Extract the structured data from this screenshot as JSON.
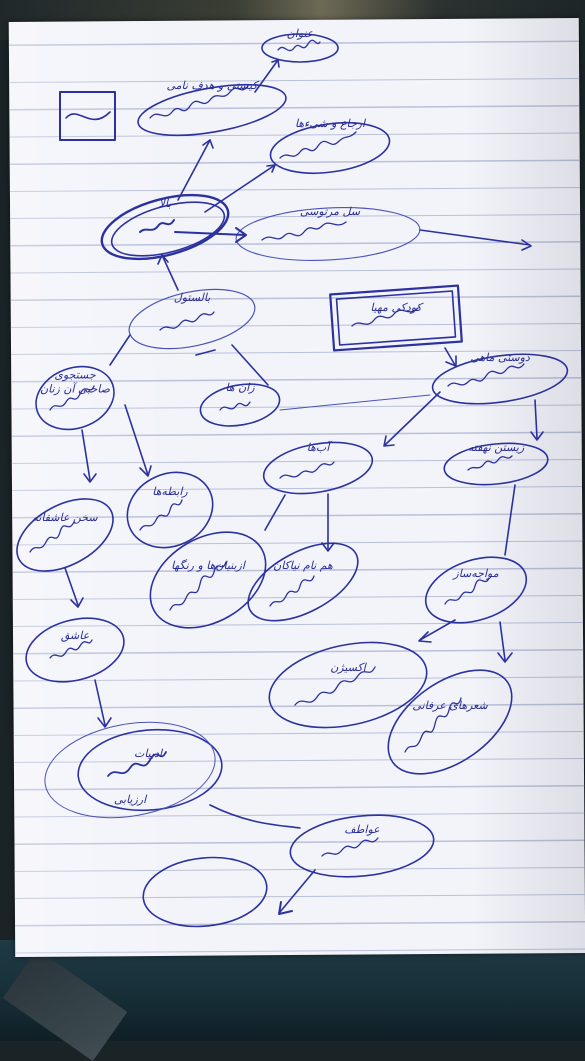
{
  "diagram": {
    "ink_color": "#2a2d95",
    "paper_color": "#f3f4fa",
    "nodes": {
      "title": "عنوان",
      "writer": "کیستی و هدف نامی",
      "ideas": "ارجاع و شیءها",
      "ancestor": "بالا",
      "mid_story": "سل مرتوسی",
      "parents": "بالستول",
      "box_center": "کودکی مهیا",
      "seasons": "دوستی ماهی",
      "worlds": "زان ها",
      "search_of": "جستجوی صاحبی آن‌ زنان",
      "world_link": "سخن عاشقانه",
      "read_river": "رابطه‌ها",
      "hand_book": "آب‌ها",
      "dark_sky": "هم نام نیاکان",
      "story_shade": "شعرهای عرفانی",
      "color_window": "ازبنیان‌ها و رنگها",
      "meet_seas": "مواجه‌ساز",
      "life_circle": "اکسیژن",
      "inner_mark": "عاشق",
      "fountain": "زیستن نهفته",
      "dreamer": "ادبیات",
      "heart_story": "ارزیابی",
      "sunlight": "عواطف",
      "empty": ""
    }
  }
}
